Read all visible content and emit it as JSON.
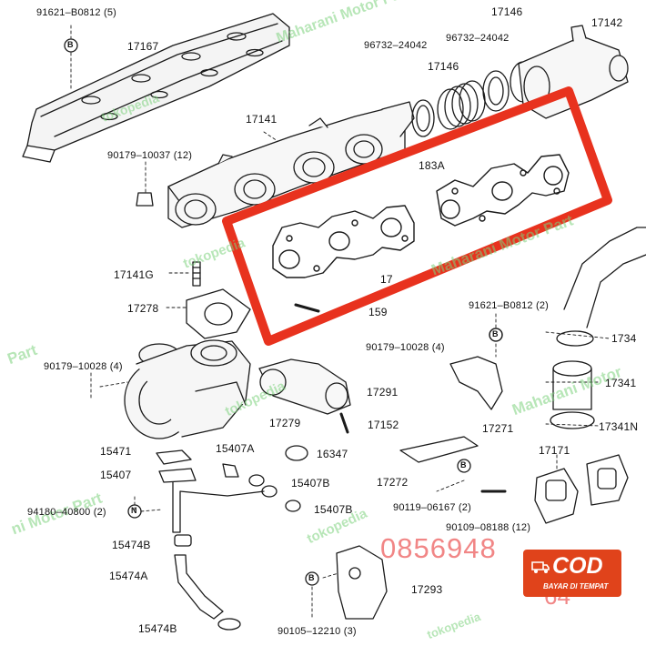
{
  "labels": {
    "p91621_top": "91621–B0812 (5)",
    "p17146_top": "17146",
    "p17142": "17142",
    "p17167": "17167",
    "p96732_a": "96732–24042",
    "p96732_b": "96732–24042",
    "p17146_mid": "17146",
    "p17141": "17141",
    "p90179_10037": "90179–10037 (12)",
    "p183a": "183A",
    "p17141g": "17141G",
    "p17278": "17278",
    "p159": "159",
    "p17_partial": "17",
    "p91621_mid": "91621–B0812 (2)",
    "p1734_a": "1734",
    "p90179_10028_a": "90179–10028 (4)",
    "p90179_10028_b": "90179–10028 (4)",
    "p17291": "17291",
    "p17341": "17341",
    "p17279": "17279",
    "p17152": "17152",
    "p17271": "17271",
    "p17341n": "17341N",
    "p15471": "15471",
    "p15407a": "15407A",
    "p16347": "16347",
    "p17171": "17171",
    "p15407": "15407",
    "p15407b_a": "15407B",
    "p17272": "17272",
    "p94180": "94180–40800 (2)",
    "p90119": "90119–06167 (2)",
    "p15407b_b": "15407B",
    "p90109": "90109–08188 (12)",
    "p15474b_a": "15474B",
    "p15474a": "15474A",
    "p17293": "17293",
    "p15474b_b": "15474B",
    "p90105": "90105–12210 (3)"
  },
  "markers": {
    "B": "B",
    "N": "N"
  },
  "watermarks": {
    "shop_top": "Maharani Motor Part",
    "shop_mid": "Maharani Motor Part",
    "shop_right": "Maharani Motor",
    "shop_left": "Part",
    "shop_bottom": "ni Motor Part",
    "tokopedia_1": "tokopedia",
    "tokopedia_2": "tokopedia",
    "tokopedia_3": "tokopedia",
    "tokopedia_4": "tokopedia",
    "tokopedia_5": "tokopedia"
  },
  "phone": {
    "line1": "0856948",
    "line2": "64"
  },
  "cod_badge": {
    "title": "COD",
    "subtitle": "BAYAR DI TEMPAT"
  },
  "colors": {
    "highlight": "#e8321e",
    "cod_bg": "#e0431b",
    "watermark": "#7ed27e",
    "phone": "#f07a7a"
  }
}
